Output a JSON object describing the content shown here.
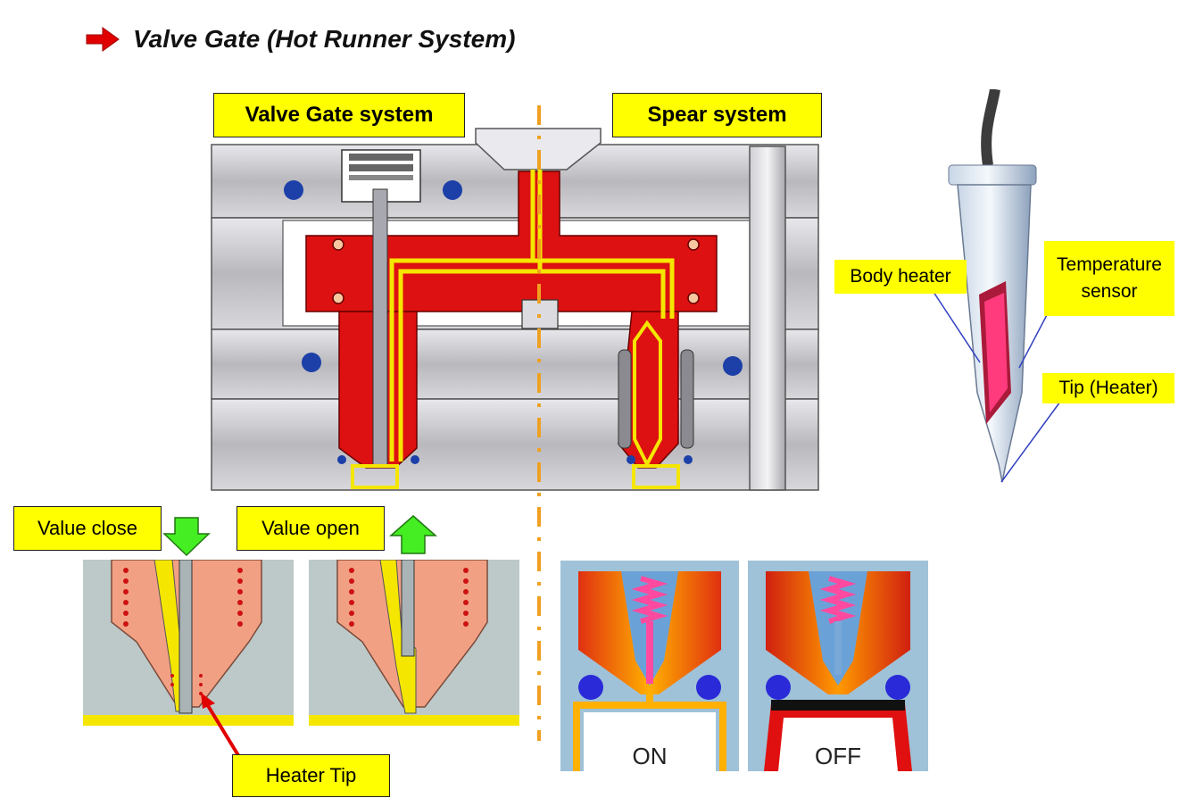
{
  "title": {
    "text": "Valve Gate (Hot Runner System)",
    "arrow_color": "#e00000"
  },
  "labels": {
    "valve_gate_system": "Valve Gate system",
    "spear_system": "Spear system",
    "value_close": "Value close",
    "value_open": "Value open",
    "heater_tip": "Heater Tip",
    "body_heater": "Body heater",
    "temperature_sensor_line1": "Temperature",
    "temperature_sensor_line2": "sensor",
    "tip_heater": "Tip (Heater)",
    "on": "ON",
    "off": "OFF"
  },
  "colors": {
    "label_bg": "#ffff00",
    "manifold_red": "#dd1111",
    "melt_yellow": "#f5e600",
    "steel_gray": "#c8c8cc",
    "dash_orange": "#f0a020",
    "arrow_green": "#44ee22",
    "nozzle_salmon": "#f2a084"
  },
  "icons": [
    "right-arrow-icon",
    "down-arrow-icon",
    "up-arrow-icon"
  ]
}
